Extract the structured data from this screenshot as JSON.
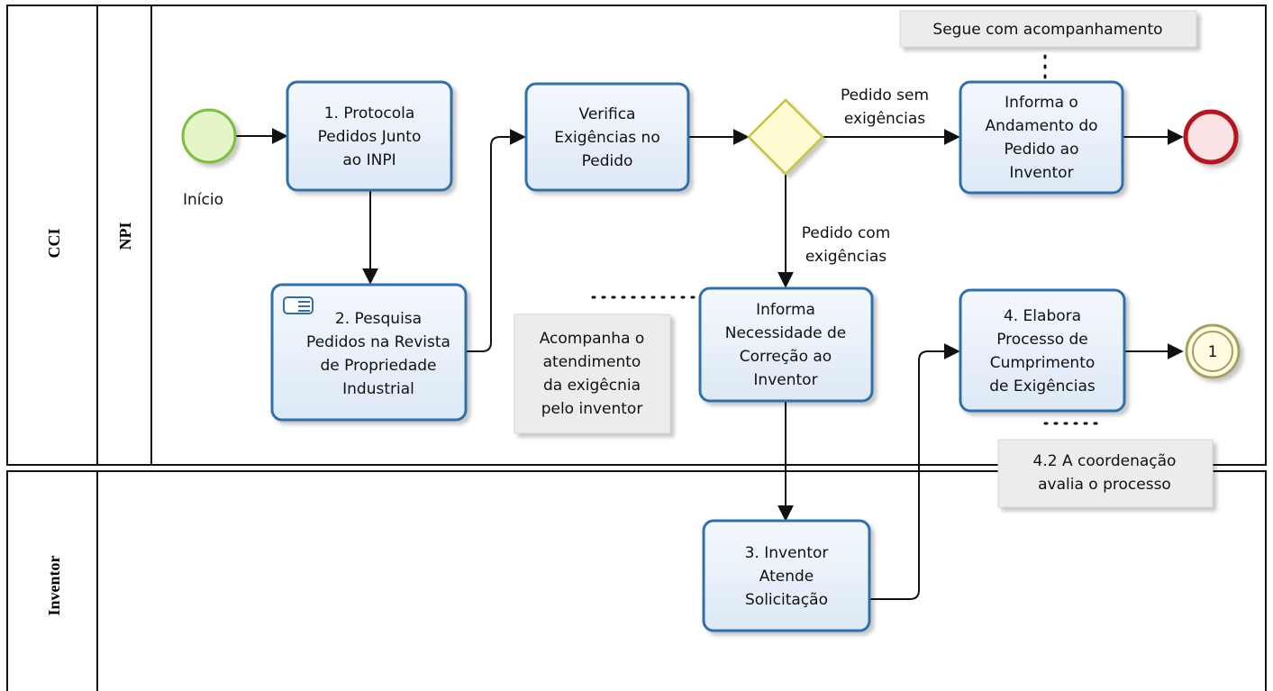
{
  "pools": {
    "cci": {
      "label": "CCI",
      "lanes": {
        "npi": "NPI"
      }
    },
    "inventor": {
      "label": "Inventor"
    }
  },
  "events": {
    "start": {
      "label": "Início"
    },
    "intermediate_link": {
      "label": "1"
    }
  },
  "tasks": {
    "protocola": "1. Protocola\nPedidos Junto\nao INPI",
    "pesquisa": "2. Pesquisa\nPedidos na Revista\nde Propriedade\nIndustrial",
    "verifica": "Verifica\nExigências no\nPedido",
    "informa_andamento": "Informa o\nAndamento do\nPedido ao\nInventor",
    "informa_necessidade": "Informa\nNecessidade de\nCorreção ao\nInventor",
    "inventor_atende": "3. Inventor\nAtende\nSolicitação",
    "elabora": "4. Elabora\nProcesso de\nCumprimento\nde Exigências"
  },
  "flow_labels": {
    "sem_exigencias": "Pedido sem\nexigências",
    "com_exigencias": "Pedido com\nexigências"
  },
  "annotations": {
    "segue": "Segue com acompanhamento",
    "acompanha": "Acompanha o\natendimento\nda exigêcnia\npelo inventor",
    "coordenacao": "4.2 A coordenação\navalia o processo"
  },
  "colors": {
    "task_fill": "#eaf2fb",
    "task_stroke": "#2f6fae",
    "start_fill": "#e4f5c8",
    "start_stroke": "#7bbf3c",
    "end_fill": "#fbe3e3",
    "end_stroke": "#b3121a",
    "gateway_fill": "#fffbd2",
    "gateway_stroke": "#c9c142",
    "link_fill": "#fffbe0",
    "link_stroke": "#a5a062",
    "annotation_fill": "#ececec"
  }
}
